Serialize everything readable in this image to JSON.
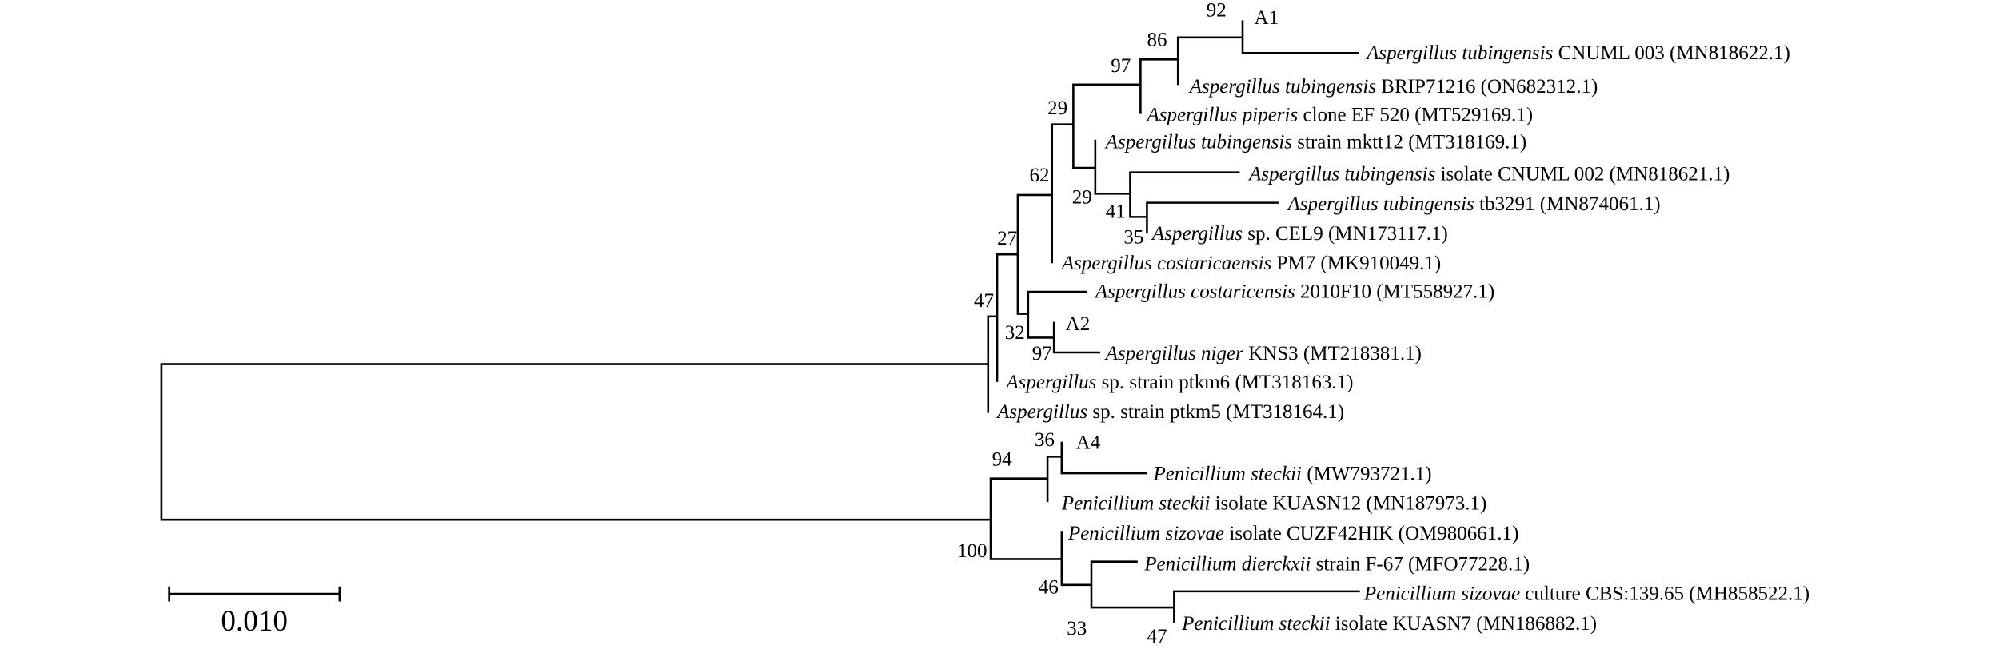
{
  "taxa": [
    {
      "italic": "",
      "rest": "A1"
    },
    {
      "italic": "Aspergillus tubingensis",
      "rest": " CNUML 003 (MN818622.1)"
    },
    {
      "italic": "Aspergillus tubingensis",
      "rest": " BRIP71216 (ON682312.1)"
    },
    {
      "italic": "Aspergillus piperis",
      "rest": " clone EF 520 (MT529169.1)"
    },
    {
      "italic": "Aspergillus tubingensis",
      "rest": " strain mktt12 (MT318169.1)"
    },
    {
      "italic": "Aspergillus tubingensis",
      "rest": " isolate CNUML 002 (MN818621.1)"
    },
    {
      "italic": "Aspergillus tubingensis",
      "rest": " tb3291 (MN874061.1)"
    },
    {
      "italic": "Aspergillus",
      "rest": " sp. CEL9 (MN173117.1)"
    },
    {
      "italic": "Aspergillus costaricaensis",
      "rest": " PM7 (MK910049.1)"
    },
    {
      "italic": "Aspergillus costaricensis",
      "rest": " 2010F10 (MT558927.1)"
    },
    {
      "italic": "",
      "rest": "A2"
    },
    {
      "italic": "Aspergillus niger",
      "rest": " KNS3 (MT218381.1)"
    },
    {
      "italic": "Aspergillus",
      "rest": " sp. strain ptkm6 (MT318163.1)"
    },
    {
      "italic": "Aspergillus",
      "rest": " sp. strain ptkm5 (MT318164.1)"
    },
    {
      "italic": "",
      "rest": "A4"
    },
    {
      "italic": "Penicillium steckii",
      "rest": " (MW793721.1)"
    },
    {
      "italic": "Penicillium steckii",
      "rest": " isolate KUASN12 (MN187973.1)"
    },
    {
      "italic": "Penicillium sizovae",
      "rest": " isolate CUZF42HIK (OM980661.1)"
    },
    {
      "italic": "Penicillium dierckxii",
      "rest": " strain F-67 (MFO77228.1)"
    },
    {
      "italic": "Penicillium sizovae",
      "rest": " culture CBS:139.65 (MH858522.1)"
    },
    {
      "italic": "Penicillium steckii",
      "rest": " isolate KUASN7 (MN186882.1)"
    }
  ],
  "bootstrap": [
    "92",
    "86",
    "97",
    "29",
    "62",
    "29",
    "41",
    "35",
    "27",
    "47",
    "32",
    "97",
    "36",
    "94",
    "100",
    "46",
    "33",
    "47"
  ],
  "scale_bar": {
    "label": "0.010",
    "value": 0.01
  }
}
